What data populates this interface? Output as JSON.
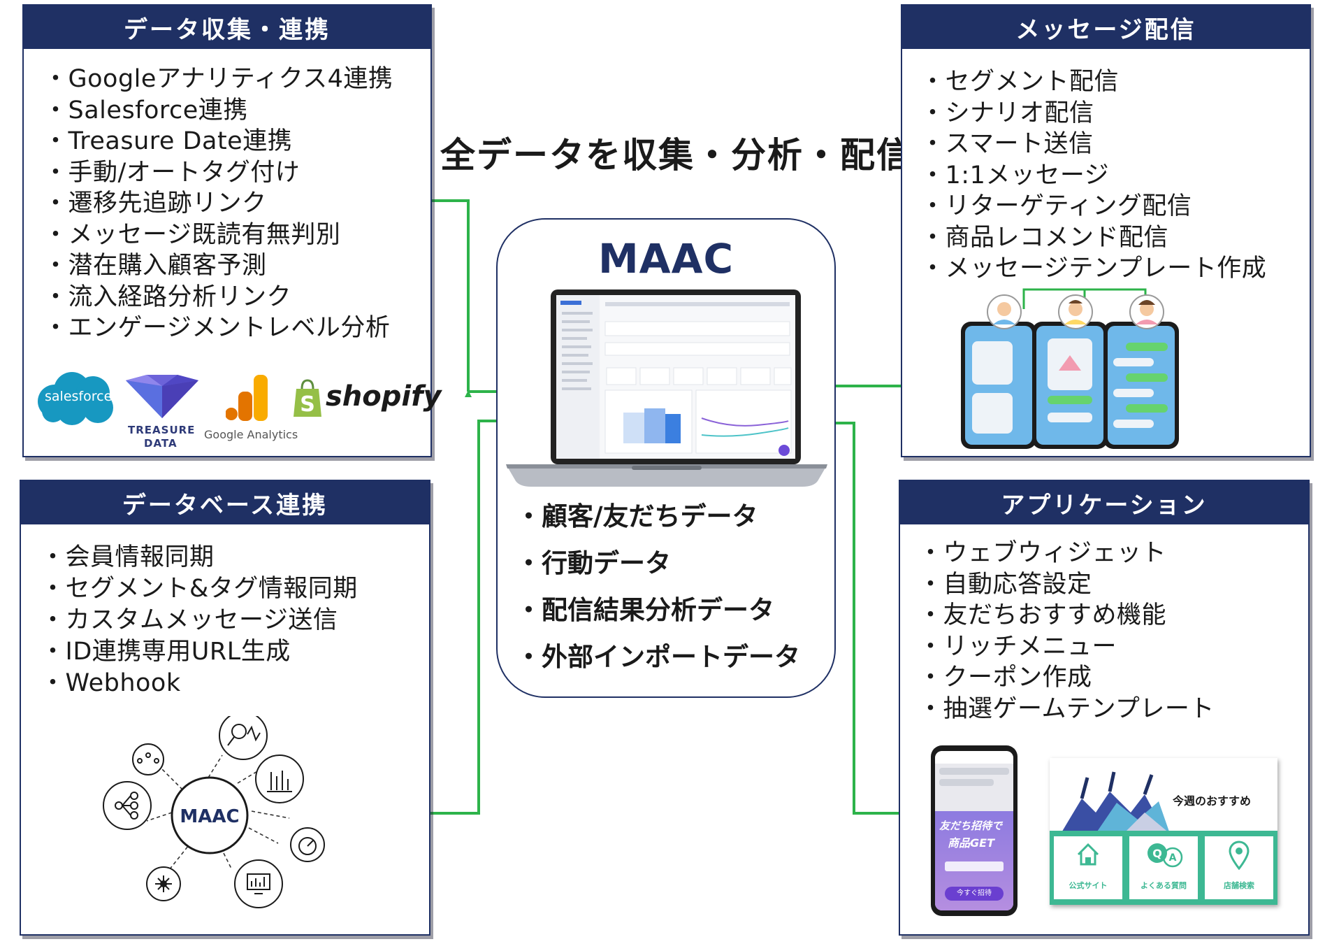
{
  "headline": "全データを収集・分析・配信",
  "center": {
    "title": "MAAC",
    "data_items": [
      "顧客/友だちデータ",
      "行動データ",
      "配信結果分析データ",
      "外部インポートデータ"
    ]
  },
  "panels": {
    "data_collection": {
      "title": "データ収集・連携",
      "items": [
        "Googleアナリティクス4連携",
        "Salesforce連携",
        "Treasure Date連携",
        "手動/オートタグ付け",
        "遷移先追跡リンク",
        "メッセージ既読有無判別",
        "潜在購入顧客予測",
        "流入経路分析リンク",
        "エンゲージメントレベル分析"
      ],
      "logos": {
        "salesforce": "salesforce",
        "treasure_line1": "TREASURE",
        "treasure_line2": "DATA",
        "google_analytics": "Google Analytics",
        "shopify": "shopify"
      }
    },
    "message_delivery": {
      "title": "メッセージ配信",
      "items": [
        "セグメント配信",
        "シナリオ配信",
        "スマート送信",
        "1:1メッセージ",
        "リターゲティング配信",
        "商品レコメンド配信",
        "メッセージテンプレート作成"
      ]
    },
    "database": {
      "title": "データベース連携",
      "items": [
        "会員情報同期",
        "セグメント&タグ情報同期",
        "カスタムメッセージ送信",
        "ID連携専用URL生成",
        "Webhook"
      ],
      "hub_label": "MAAC"
    },
    "application": {
      "title": "アプリケーション",
      "items": [
        "ウェブウィジェット",
        "自動応答設定",
        "友だちおすすめ機能",
        "リッチメニュー",
        "クーポン作成",
        "抽選ゲームテンプレート"
      ],
      "phone_promo_line1": "友だち招待で",
      "phone_promo_line2": "商品GET",
      "phone_button": "今すぐ招待",
      "menu_title": "今週のおすすめ",
      "menu_items": [
        "公式サイト",
        "よくある質問",
        "店舗検索"
      ]
    }
  },
  "colors": {
    "navy": "#1f3064",
    "arrow_green": "#2db34a",
    "salesforce_blue": "#1798c1",
    "shopify_green": "#95bf47",
    "ga_orange": "#f9ab00",
    "line_green": "#3ec55a",
    "menu_teal": "#3db893"
  }
}
